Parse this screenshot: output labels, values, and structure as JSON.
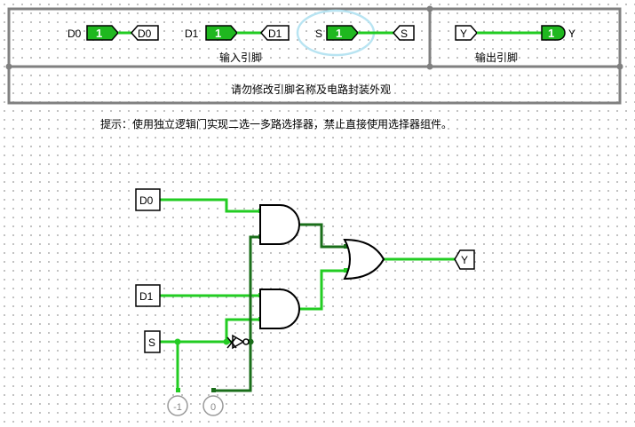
{
  "header": {
    "input_section_label": "输入引脚",
    "output_section_label": "输出引脚",
    "notice": "请勿修改引脚名称及电路封装外观"
  },
  "inputs": [
    {
      "name": "D0",
      "value": "1",
      "tunnel": "D0"
    },
    {
      "name": "D1",
      "value": "1",
      "tunnel": "D1"
    },
    {
      "name": "S",
      "value": "1",
      "tunnel": "S"
    }
  ],
  "output": {
    "tunnel": "Y",
    "value": "1",
    "name": "Y"
  },
  "hint": "提示：使用独立逻辑门实现二选一多路选择器，禁止直接使用选择器组件。",
  "circuit": {
    "tunnels": {
      "d0": "D0",
      "d1": "D1",
      "s": "S",
      "y": "Y"
    },
    "constants": {
      "neg_one": "-1",
      "zero": "0"
    }
  },
  "colors": {
    "on": "#22cc22",
    "off": "#1a6e1a",
    "pin_fill": "#1fb81f",
    "frame": "#808080"
  }
}
